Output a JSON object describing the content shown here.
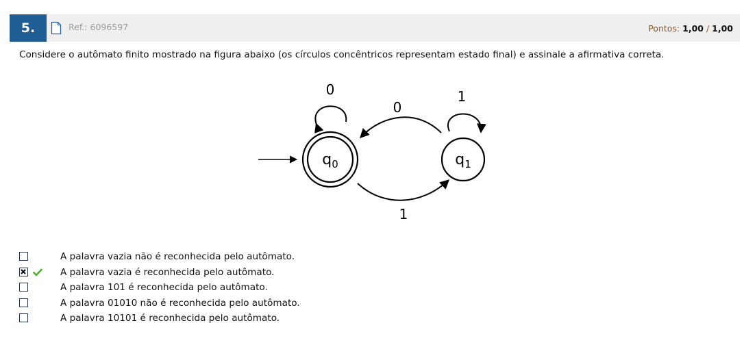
{
  "question": {
    "number": "5.",
    "ref_label": "Ref.:",
    "ref_id": "6096597",
    "points_label": "Pontos:",
    "points_value": "1,00",
    "points_sep": "/",
    "points_total": "1,00",
    "text": "Considere o autômato finito mostrado na figura abaixo (os círculos concêntricos representam estado final) e assinale a afirmativa correta."
  },
  "diagram": {
    "states": [
      {
        "id": "q0",
        "label": "q",
        "sub": "0",
        "final": true,
        "initial": true
      },
      {
        "id": "q1",
        "label": "q",
        "sub": "1",
        "final": false,
        "initial": false
      }
    ],
    "transitions": [
      {
        "from": "q0",
        "to": "q0",
        "label": "0"
      },
      {
        "from": "q1",
        "to": "q0",
        "label": "0"
      },
      {
        "from": "q1",
        "to": "q1",
        "label": "1"
      },
      {
        "from": "q0",
        "to": "q1",
        "label": "1"
      }
    ]
  },
  "options": [
    {
      "text": "A palavra vazia não é reconhecida  pelo autômato.",
      "checked": false,
      "correct": false
    },
    {
      "text": "A palavra vazia é reconhecida pelo autômato.",
      "checked": true,
      "correct": true
    },
    {
      "text": "A palavra 101 é reconhecida pelo autômato.",
      "checked": false,
      "correct": false
    },
    {
      "text": "A palavra 01010 não é reconhecida pelo autômato.",
      "checked": false,
      "correct": false
    },
    {
      "text": "A palavra 10101 é reconhecida pelo autômato.",
      "checked": false,
      "correct": false
    }
  ],
  "colors": {
    "accent": "#1f5f95",
    "check": "#4caf2a",
    "header_bg": "#efefef"
  }
}
